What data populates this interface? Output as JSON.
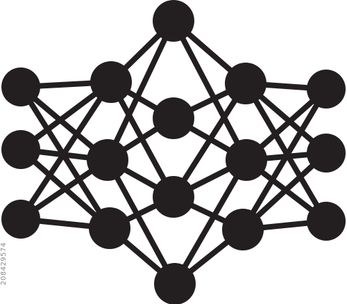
{
  "diagram": {
    "node_color": "#231f20",
    "edge_color": "#231f20",
    "background": "#ffffff",
    "nodes": [
      "n1",
      "n2",
      "n3",
      "n4",
      "n5",
      "n6",
      "n7",
      "n8",
      "n9",
      "n10",
      "n11",
      "n12",
      "n13",
      "n14",
      "n15",
      "n16"
    ],
    "edges": [
      [
        "n1",
        "n2"
      ],
      [
        "n1",
        "n3"
      ],
      [
        "n1",
        "n5"
      ],
      [
        "n1",
        "n6"
      ],
      [
        "n2",
        "n4"
      ],
      [
        "n2",
        "n7"
      ],
      [
        "n2",
        "n8"
      ],
      [
        "n2",
        "n10"
      ],
      [
        "n3",
        "n4"
      ],
      [
        "n3",
        "n9"
      ],
      [
        "n3",
        "n11"
      ],
      [
        "n3",
        "n12"
      ],
      [
        "n4",
        "n5"
      ],
      [
        "n4",
        "n6"
      ],
      [
        "n4",
        "n8"
      ],
      [
        "n4",
        "n9"
      ],
      [
        "n5",
        "n7"
      ],
      [
        "n5",
        "n10"
      ],
      [
        "n6",
        "n11"
      ],
      [
        "n6",
        "n12"
      ],
      [
        "n5",
        "n13"
      ],
      [
        "n5",
        "n14"
      ],
      [
        "n6",
        "n13"
      ],
      [
        "n6",
        "n14"
      ],
      [
        "n7",
        "n13"
      ],
      [
        "n7",
        "n15"
      ],
      [
        "n9",
        "n14"
      ],
      [
        "n9",
        "n15"
      ],
      [
        "n8",
        "n2"
      ],
      [
        "n8",
        "n10"
      ],
      [
        "n11",
        "n3"
      ],
      [
        "n11",
        "n12"
      ],
      [
        "n10",
        "n13"
      ],
      [
        "n12",
        "n14"
      ],
      [
        "n13",
        "n16"
      ],
      [
        "n14",
        "n16"
      ],
      [
        "n7",
        "n10"
      ],
      [
        "n9",
        "n12"
      ]
    ]
  },
  "watermark": {
    "stock_id": "208429574"
  }
}
